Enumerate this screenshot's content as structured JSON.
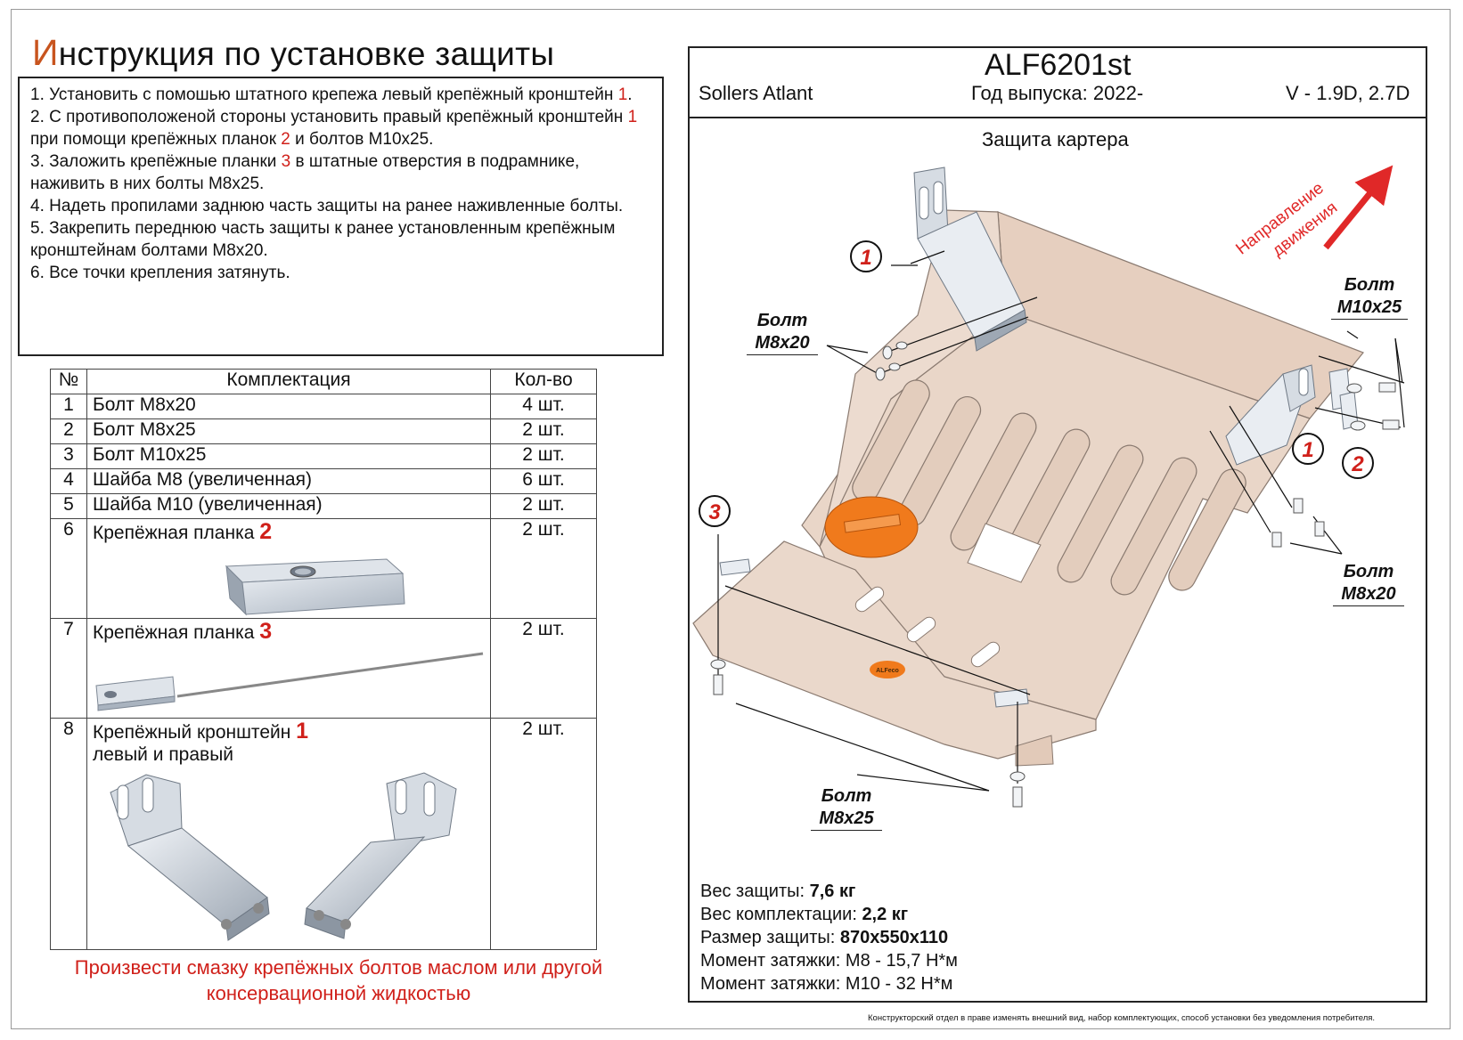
{
  "title": {
    "first_letter": "И",
    "rest": "нструкция по установке защиты"
  },
  "steps": [
    {
      "n": "1. ",
      "parts": [
        {
          "t": "Установить с помошью штатного крепежа левый крепёжный кронштейн "
        },
        {
          "t": "1",
          "red": true
        },
        {
          "t": "."
        }
      ]
    },
    {
      "n": "2. ",
      "parts": [
        {
          "t": "С противоположеной стороны установить правый крепёжный кронштейн "
        },
        {
          "t": "1",
          "red": true
        },
        {
          "t": " при помощи крепёжных планок "
        },
        {
          "t": "2",
          "red": true
        },
        {
          "t": " и болтов M10x25."
        }
      ]
    },
    {
      "n": "3. ",
      "parts": [
        {
          "t": "Заложить крепёжные планки "
        },
        {
          "t": "3",
          "red": true
        },
        {
          "t": " в штатные отверстия в подрамнике, наживить в них болты M8x25."
        }
      ]
    },
    {
      "n": "4. ",
      "parts": [
        {
          "t": "Надеть пропилами заднюю часть защиты на ранее наживленные болты."
        }
      ]
    },
    {
      "n": "5. ",
      "parts": [
        {
          "t": "Закрепить переднюю часть защиты к ранее установленным крепёжным кронштейнам болтами M8x20."
        }
      ]
    },
    {
      "n": "6. ",
      "parts": [
        {
          "t": "Все точки крепления затянуть."
        }
      ]
    }
  ],
  "table": {
    "headers": {
      "num": "№",
      "name": "Комплектация",
      "qty": "Кол-во"
    },
    "rows": [
      {
        "num": "1",
        "name": "Болт M8x20",
        "qty": "4 шт."
      },
      {
        "num": "2",
        "name": "Болт M8x25",
        "qty": "2 шт."
      },
      {
        "num": "3",
        "name": "Болт M10x25",
        "qty": "2 шт."
      },
      {
        "num": "4",
        "name": "Шайба M8 (увеличенная)",
        "qty": "6 шт."
      },
      {
        "num": "5",
        "name": "Шайба M10 (увеличенная)",
        "qty": "2 шт."
      },
      {
        "num": "6",
        "name": "Крепёжная планка ",
        "name_red": "2",
        "qty": "2 шт."
      },
      {
        "num": "7",
        "name": "Крепёжная планка ",
        "name_red": "3",
        "qty": "2 шт."
      },
      {
        "num": "8",
        "name": "Крепёжный кронштейн ",
        "name_red": "1",
        "name2": "левый и правый",
        "qty": "2 шт."
      }
    ]
  },
  "lube_note": "Произвести смазку крепёжных болтов маслом или другой консервационной жидкостью",
  "header": {
    "code": "ALF6201st",
    "model": "Sollers Atlant",
    "year": "Год выпуска: 2022-",
    "engine": "V - 1.9D, 2.7D"
  },
  "subtitle": "Защита картера",
  "direction": {
    "line1": "Направление",
    "line2": "движения"
  },
  "markers": {
    "m1": "1",
    "m2": "2",
    "m3": "3"
  },
  "callouts": {
    "bolt_m8x20_left": {
      "l1": "Болт",
      "l2": "M8x20"
    },
    "bolt_m10x25": {
      "l1": "Болт",
      "l2": "M10x25"
    },
    "bolt_m8x20_right": {
      "l1": "Болт",
      "l2": "M8x20"
    },
    "bolt_m8x25": {
      "l1": "Болт",
      "l2": "M8x25"
    }
  },
  "logo_text": "ALFeco",
  "specs": [
    {
      "label": "Вес защиты: ",
      "value": "7,6 кг",
      "bold": true
    },
    {
      "label": "Вес комплектации: ",
      "value": "2,2 кг",
      "bold": true
    },
    {
      "label": "Размер защиты: ",
      "value": "870x550x110",
      "bold": true
    },
    {
      "label": "Момент затяжки:  ",
      "value": "M8 - 15,7 Н*м",
      "bold": false
    },
    {
      "label": "Момент затяжки:  ",
      "value": "M10 - 32 Н*м",
      "bold": false
    }
  ],
  "disclaimer": "Конструкторский отдел в праве изменять внешний вид, набор комплектующих, способ установки без уведомления потребителя.",
  "colors": {
    "accent_red": "#d0201a",
    "title_orange": "#c8541e",
    "plate": "#e8d4c6",
    "logo_orange": "#f07a1c"
  }
}
